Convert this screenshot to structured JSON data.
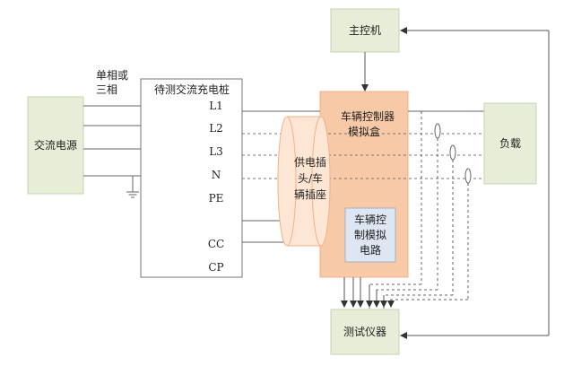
{
  "nodes": {
    "ac_source": {
      "label": "交流电源"
    },
    "charger": {
      "title": "待测交流充电桩"
    },
    "phase_note": {
      "line1": "单相或",
      "line2": "三相"
    },
    "pins": [
      "L1",
      "L2",
      "L3",
      "N",
      "PE",
      "CC",
      "CP"
    ],
    "plug": {
      "line1": "供电插",
      "line2": "头/车",
      "line3": "辆插座"
    },
    "vehicle_box": {
      "line1": "车辆控制器",
      "line2": "模拟盒"
    },
    "vehicle_circuit": {
      "line1": "车辆控",
      "line2": "制模拟",
      "line3": "电路"
    },
    "master": {
      "label": "主控机"
    },
    "load": {
      "label": "负载"
    },
    "tester": {
      "label": "测试仪器"
    }
  },
  "colors": {
    "green_fill": "#e6eed8",
    "green_stroke": "#c7d3ae",
    "orange_fill": "#f8c9a6",
    "orange_stroke": "#f4b088",
    "plug_fill": "#fde6d3",
    "blue_fill": "#dde6f2",
    "line": "#555555"
  }
}
